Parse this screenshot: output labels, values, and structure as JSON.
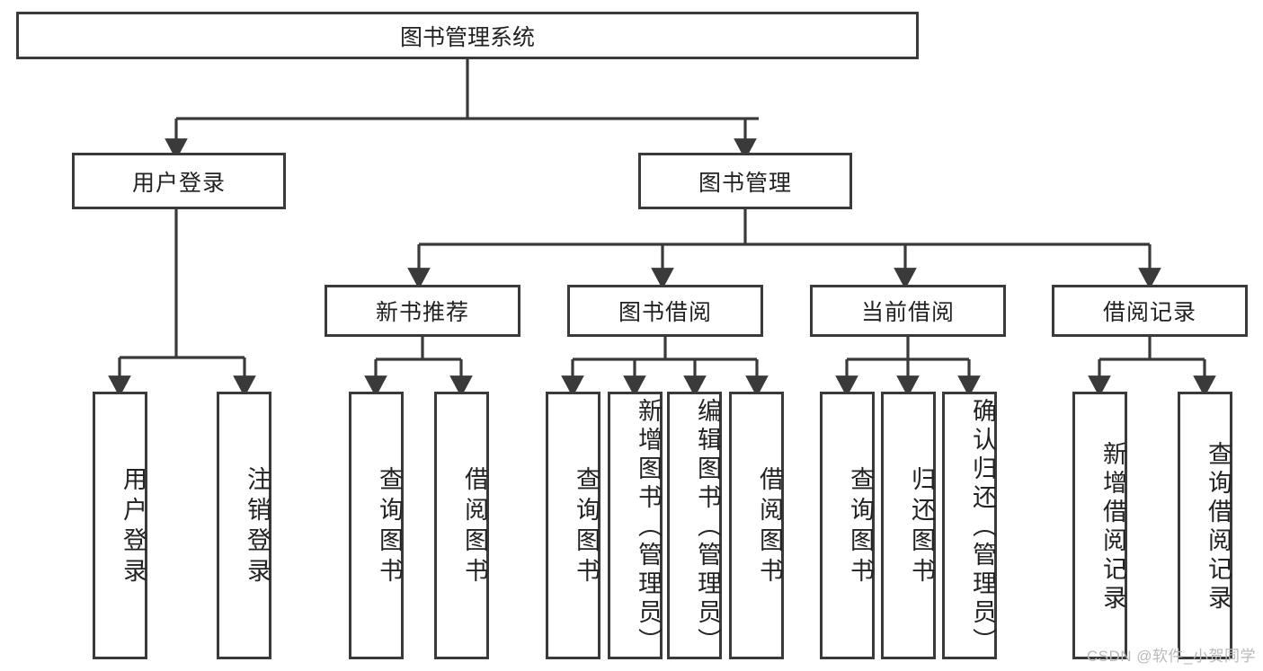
{
  "diagram": {
    "title": "图书管理系统",
    "type": "tree-hierarchy-chart",
    "watermark": "CSDN @软件_小贺同学",
    "colors": {
      "border": "#3a3a3a",
      "fill": "#ffffff",
      "text": "#222222",
      "watermark": "#b9b9b9"
    },
    "levels": {
      "root": {
        "label": "图书管理系统"
      },
      "level2": [
        {
          "label": "用户登录"
        },
        {
          "label": "图书管理"
        }
      ],
      "level3": [
        {
          "label": "新书推荐"
        },
        {
          "label": "图书借阅"
        },
        {
          "label": "当前借阅"
        },
        {
          "label": "借阅记录"
        }
      ],
      "leaves": [
        {
          "label": "用户登录",
          "parent": "用户登录"
        },
        {
          "label": "注销登录",
          "parent": "用户登录"
        },
        {
          "label": "查询图书",
          "parent": "新书推荐"
        },
        {
          "label": "借阅图书",
          "parent": "新书推荐"
        },
        {
          "label": "查询图书",
          "parent": "图书借阅"
        },
        {
          "label": "新增图书（管理员）",
          "parent": "图书借阅"
        },
        {
          "label": "编辑图书（管理员）",
          "parent": "图书借阅"
        },
        {
          "label": "借阅图书",
          "parent": "图书借阅"
        },
        {
          "label": "查询图书",
          "parent": "当前借阅"
        },
        {
          "label": "归还图书",
          "parent": "当前借阅"
        },
        {
          "label": "确认归还（管理员）",
          "parent": "当前借阅"
        },
        {
          "label": "新增借阅记录",
          "parent": "借阅记录"
        },
        {
          "label": "查询借阅记录",
          "parent": "借阅记录"
        }
      ]
    }
  }
}
